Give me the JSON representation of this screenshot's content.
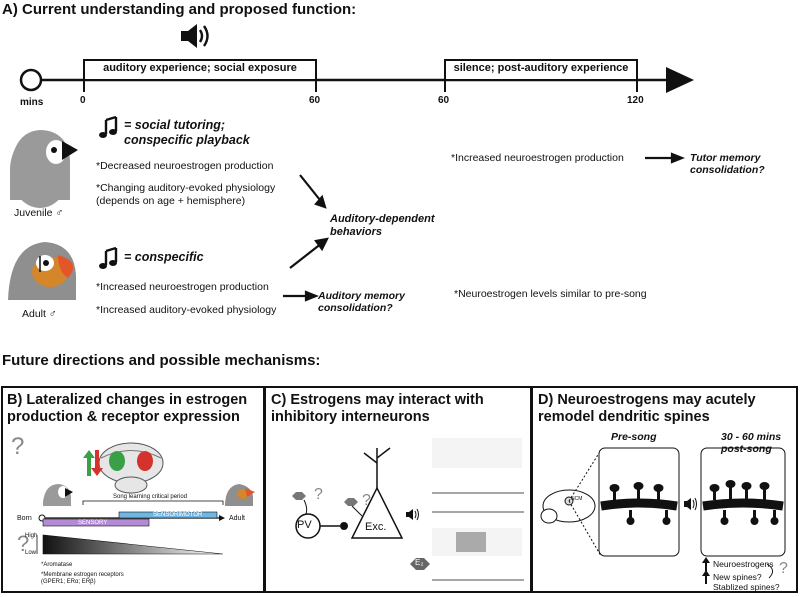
{
  "panelA": {
    "title": "A) Current understanding and proposed function:",
    "timeline": {
      "unit": "mins",
      "ticks": [
        "0",
        "60",
        "60",
        "120"
      ],
      "box1": "auditory experience; social exposure",
      "box2": "silence; post-auditory experience"
    },
    "juvenile": {
      "label": "Juvenile ♂",
      "stimulus": "= social tutoring; conspecific playback",
      "line1": "*Decreased neuroestrogen production",
      "line2": "*Changing auditory-evoked physiology (depends on age + hemisphere)",
      "post": "*Increased neuroestrogen production",
      "outcome": "Tutor memory consolidation?"
    },
    "adult": {
      "label": "Adult ♂",
      "stimulus": "= conspecific",
      "line1": "*Increased neuroestrogen production",
      "line2": "*Increased auditory-evoked physiology",
      "memory": "Auditory memory consolidation?",
      "post": "*Neuroestrogen levels similar to pre-song"
    },
    "shared_outcome": "Auditory-dependent behaviors"
  },
  "future_title": "Future directions and possible mechanisms:",
  "panelB": {
    "title": "B) Lateralized changes in estrogen production & receptor expression",
    "period_label": "Song learning critical period",
    "sensory": "SENSORY",
    "sensorimotor": "SENSORIMOTOR",
    "born": "Born",
    "adult": "Adult",
    "high": "High",
    "low": "Low",
    "question": "?",
    "note1": "*Aromatase",
    "note2": "*Membrane estrogen receptors (GPER1; ERα; ERβ)"
  },
  "panelC": {
    "title": "C) Estrogens may interact with inhibitory interneurons",
    "pv": "PV",
    "exc": "Exc.",
    "e2": "E₂",
    "question": "?"
  },
  "panelD": {
    "title": "D) Neuroestrogens may acutely remodel dendritic spines",
    "pre": "Pre-song",
    "post": "30 - 60 mins post-song",
    "ncm": "NCM",
    "r1": "Neuroestrogens",
    "r2": "New spines?",
    "r3": "Stablized spines?",
    "question": "?"
  },
  "colors": {
    "sensory": "#b58ad6",
    "sensorimotor": "#6fb6e4",
    "red": "#d4322c",
    "green": "#3aa048",
    "bird_gray": "#8f8f8f",
    "cheek": "#d6862a"
  }
}
